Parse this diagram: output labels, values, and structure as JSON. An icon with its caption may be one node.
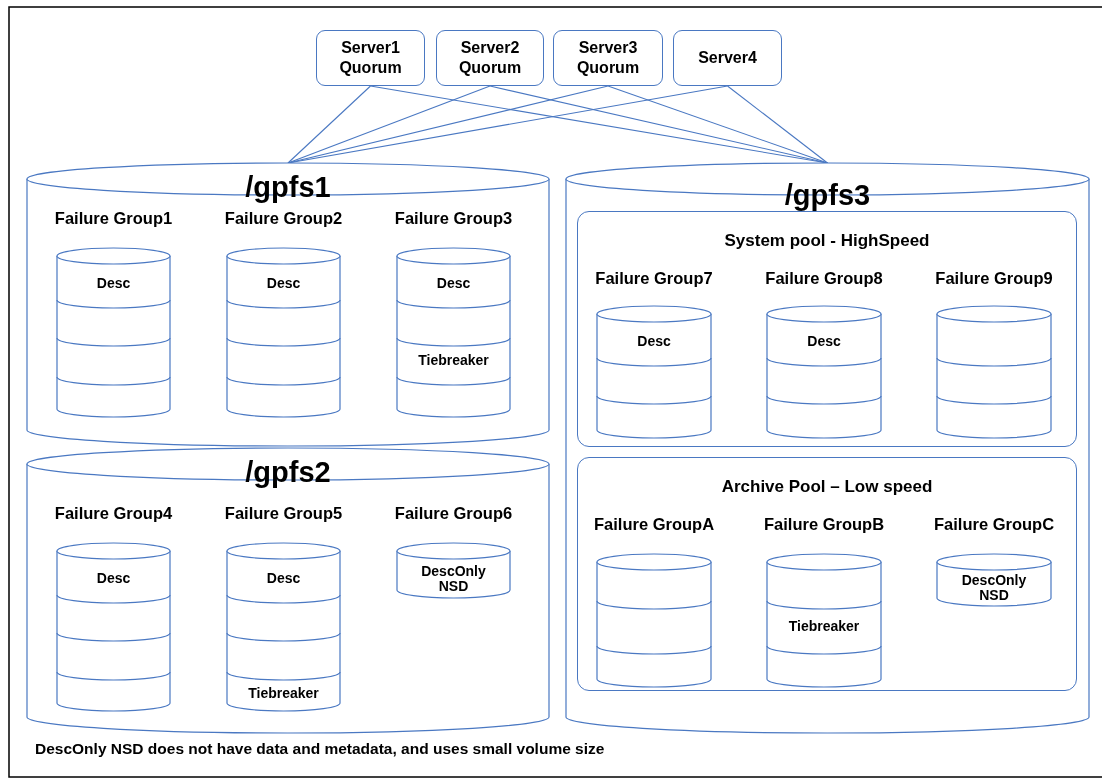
{
  "diagram": {
    "nodes": [
      {
        "text": [
          "Server1 Quorum"
        ]
      },
      {
        "text": [
          "Server2 Quorum"
        ]
      },
      {
        "text": [
          "Server3 Quorum"
        ]
      },
      {
        "text": [
          "Server4"
        ]
      },
      {
        "text": [
          "/gpfs1"
        ]
      },
      {
        "text": [
          "Failure Group1",
          "Desc"
        ],
        "in": 4
      },
      {
        "text": [
          "Failure Group2",
          "Desc"
        ],
        "in": 4
      },
      {
        "text": [
          "Failure Group3",
          "Desc",
          "Tiebreaker"
        ],
        "in": 4
      },
      {
        "text": [
          "/gpfs2"
        ]
      },
      {
        "text": [
          "Failure Group4",
          "Desc"
        ],
        "in": 8
      },
      {
        "text": [
          "Failure Group5",
          "Desc",
          "Tiebreaker"
        ],
        "in": 8
      },
      {
        "text": [
          "Failure Group6",
          "DescOnly NSD"
        ],
        "in": 8
      },
      {
        "text": [
          "/gpfs3"
        ]
      },
      {
        "text": [
          "System pool - HighSpeed"
        ],
        "in": 12
      },
      {
        "text": [
          "Failure Group7",
          "Desc"
        ],
        "in": 13
      },
      {
        "text": [
          "Failure Group8",
          "Desc"
        ],
        "in": 13
      },
      {
        "text": [
          "Failure Group9"
        ],
        "in": 13
      },
      {
        "text": [
          "Archive Pool – Low speed"
        ],
        "in": 12
      },
      {
        "text": [
          "Failure GroupA"
        ],
        "in": 17
      },
      {
        "text": [
          "Failure GroupB",
          "Tiebreaker"
        ],
        "in": 17
      },
      {
        "text": [
          "Failure GroupC",
          "DescOnly NSD"
        ],
        "in": 17
      }
    ],
    "edges": [
      {
        "from": 0,
        "to": 4,
        "arrow": "none"
      },
      {
        "from": 1,
        "to": 4,
        "arrow": "none"
      },
      {
        "from": 2,
        "to": 4,
        "arrow": "none"
      },
      {
        "from": 3,
        "to": 4,
        "arrow": "none"
      },
      {
        "from": 0,
        "to": 12,
        "arrow": "none"
      },
      {
        "from": 1,
        "to": 12,
        "arrow": "none"
      },
      {
        "from": 2,
        "to": 12,
        "arrow": "none"
      },
      {
        "from": 3,
        "to": 12,
        "arrow": "none"
      }
    ],
    "labels": [
      "DescOnly NSD does not have data and metadata, and uses small volume size"
    ]
  }
}
